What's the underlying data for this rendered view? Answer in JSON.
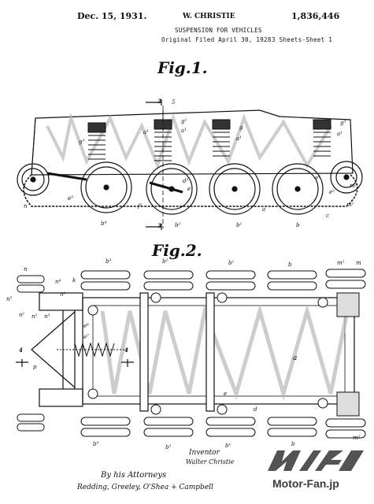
{
  "header": {
    "date": "Dec. 15, 1931.",
    "inventor": "W. CHRISTIE",
    "patent_number": "1,836,446",
    "title": "SUSPENSION FOR VEHICLES",
    "filed": "Original Filed April 30, 1928",
    "sheets": "3 Sheets-Sheet 1"
  },
  "figures": {
    "fig1": "Fig.1.",
    "fig2": "Fig.2."
  },
  "fig1_labels": {
    "section_top": "3",
    "section_bottom": "3",
    "l5": "5",
    "g3": "g³",
    "a1a": "a¹",
    "g1": "g¹",
    "a1b": "a¹",
    "g": "g",
    "a1c": "a¹",
    "g2": "g²",
    "a1d": "a¹",
    "e5": "e⁵",
    "f1": "f¹",
    "d3": "d³",
    "e": "e",
    "e4": "e⁴",
    "m2": "m²",
    "e2": "e²",
    "c": "c",
    "n": "n",
    "b4": "b⁴",
    "b2": "b²",
    "b1": "b¹",
    "a": "a",
    "b": "b",
    "m1": "m¹"
  },
  "fig2_labels": {
    "b3_top": "b³",
    "b2_top": "b²",
    "b1_top": "b¹",
    "b_top": "b",
    "m1_top": "m¹",
    "m_top": "m",
    "n_top": "n",
    "n4": "n⁴",
    "n5": "n⁵",
    "n6": "n⁶",
    "n1": "n¹",
    "n2": "n²",
    "n3": "n³",
    "k": "k",
    "e6": "e⁶",
    "e7": "e⁷",
    "a_main": "a",
    "p": "p",
    "sec4_left": "4",
    "sec4_right": "4",
    "b3_bot": "b³",
    "b2_bot": "b²",
    "b1_bot": "b¹",
    "b_bot": "b",
    "e_bot": "e",
    "d_bot": "d",
    "m1_bot": "m¹"
  },
  "signature": {
    "inventor_label": "Inventor",
    "inventor_name": "Walter Christie",
    "by_line": "By his Attorneys",
    "attorneys": "Redding, Greeley, O'Shea + Campbell"
  },
  "watermark": {
    "brand_site": "Motor-Fan.jp"
  }
}
